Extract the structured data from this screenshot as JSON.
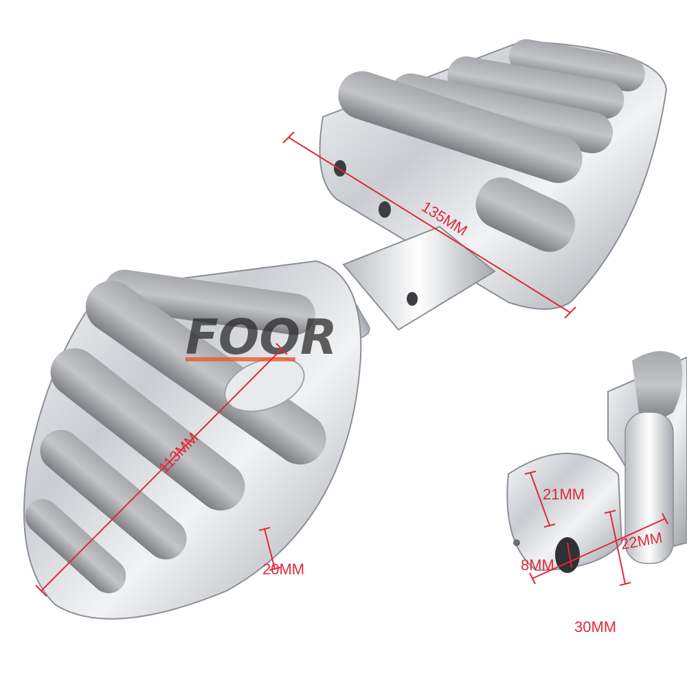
{
  "watermark": {
    "text": "FOOR"
  },
  "colors": {
    "dimension": "#e0293a",
    "chrome": "#cfd2d6",
    "pad": "#8f9095",
    "background": "#ffffff"
  },
  "dimensions": {
    "upper_length": "135MM",
    "lower_length": "113MM",
    "pad_height": "20MM",
    "clevis_height": "21MM",
    "clevis_depth": "22MM",
    "bolt_hole": "8MM",
    "clevis_width": "30MM"
  }
}
